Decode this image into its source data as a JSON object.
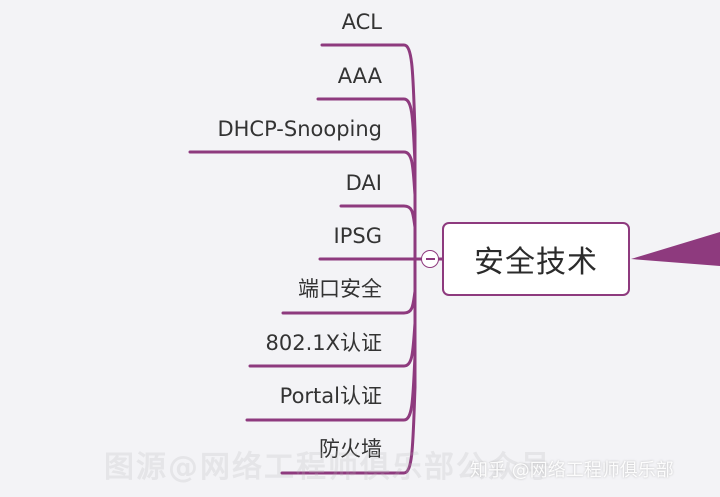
{
  "mindmap": {
    "central_topic": "安全技术",
    "branch_color": "#8e3a7e",
    "leaves": [
      "ACL",
      "AAA",
      "DHCP-Snooping",
      "DAI",
      "IPSG",
      "端口安全",
      "802.1X认证",
      "Portal认证",
      "防火墙"
    ]
  },
  "collapse_button": {
    "icon": "minus-icon"
  },
  "watermarks": {
    "left": "图源@网络工程师俱乐部公众号",
    "right": "知乎 @网络工程师俱乐部"
  }
}
